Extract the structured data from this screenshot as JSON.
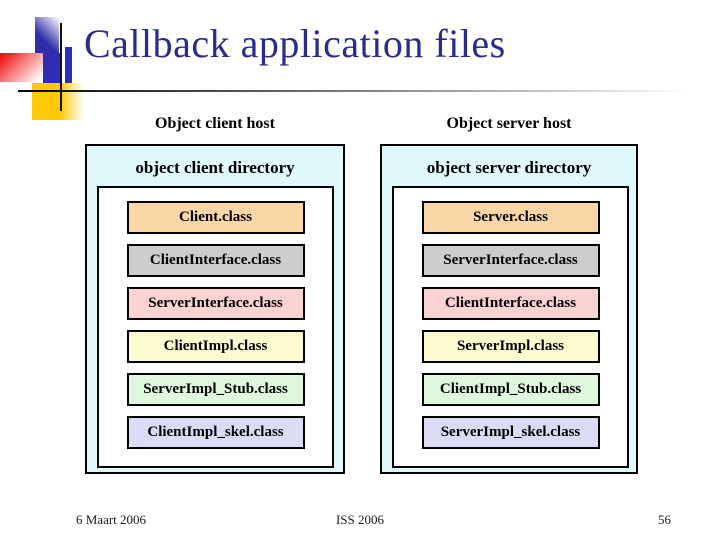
{
  "slide": {
    "title": "Callback application files",
    "footer": {
      "date": "6 Maart 2006",
      "center": "ISS 2006",
      "page_number": "56"
    }
  },
  "palette": {
    "title_color": "#2b2b8b",
    "host_box_bg": "#dff8fa",
    "decoration": {
      "blue": "#2e2eb4",
      "red": "#ee1111",
      "yellow": "#ffc808"
    }
  },
  "panels": [
    {
      "host_label": "Object client host",
      "directory_label": "object client directory",
      "files": [
        {
          "label": "Client.class",
          "bg": "#fad7a6"
        },
        {
          "label": "ClientInterface.class",
          "bg": "#cdcdcd"
        },
        {
          "label": "ServerInterface.class",
          "bg": "#fad2d2"
        },
        {
          "label": "ClientImpl.class",
          "bg": "#fcfacf"
        },
        {
          "label": "ServerImpl_Stub.class",
          "bg": "#dff7dc"
        },
        {
          "label": "ClientImpl_skel.class",
          "bg": "#dbdbf5"
        }
      ]
    },
    {
      "host_label": "Object server host",
      "directory_label": "object server directory",
      "files": [
        {
          "label": "Server.class",
          "bg": "#fad7a6"
        },
        {
          "label": "ServerInterface.class",
          "bg": "#cdcdcd"
        },
        {
          "label": "ClientInterface.class",
          "bg": "#fad2d2"
        },
        {
          "label": "ServerImpl.class",
          "bg": "#fcfacf"
        },
        {
          "label": "ClientImpl_Stub.class",
          "bg": "#dff7dc"
        },
        {
          "label": "ServerImpl_skel.class",
          "bg": "#dbdbf5"
        }
      ]
    }
  ]
}
